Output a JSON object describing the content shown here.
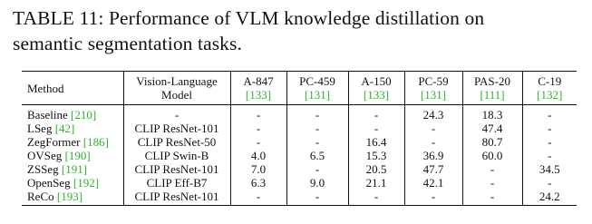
{
  "caption": {
    "line1": "TABLE 11: Performance of VLM knowledge distillation on",
    "line2": "semantic segmentation tasks."
  },
  "colors": {
    "citation": "#2db52d",
    "text": "#111111"
  },
  "table": {
    "headers": {
      "method": "Method",
      "model_line1": "Vision-Language",
      "model_line2": "Model",
      "datasets": [
        {
          "name": "A-847",
          "ref": "[133]"
        },
        {
          "name": "PC-459",
          "ref": "[131]"
        },
        {
          "name": "A-150",
          "ref": "[133]"
        },
        {
          "name": "PC-59",
          "ref": "[131]"
        },
        {
          "name": "PAS-20",
          "ref": "[111]"
        },
        {
          "name": "C-19",
          "ref": "[132]"
        }
      ]
    },
    "rows": [
      {
        "method": "Baseline",
        "ref": "[210]",
        "model": "-",
        "values": [
          "-",
          "-",
          "-",
          "24.3",
          "18.3",
          "-"
        ]
      },
      {
        "method": "LSeg",
        "ref": "[42]",
        "model": "CLIP ResNet-101",
        "values": [
          "-",
          "-",
          "-",
          "-",
          "47.4",
          "-"
        ]
      },
      {
        "method": "ZegFormer",
        "ref": "[186]",
        "model": "CLIP ResNet-50",
        "values": [
          "-",
          "-",
          "16.4",
          "-",
          "80.7",
          "-"
        ]
      },
      {
        "method": "OVSeg",
        "ref": "[190]",
        "model": "CLIP Swin-B",
        "values": [
          "4.0",
          "6.5",
          "15.3",
          "36.9",
          "60.0",
          "-"
        ]
      },
      {
        "method": "ZSSeg",
        "ref": "[191]",
        "model": "CLIP ResNet-101",
        "values": [
          "7.0",
          "-",
          "20.5",
          "47.7",
          "-",
          "34.5"
        ]
      },
      {
        "method": "OpenSeg",
        "ref": "[192]",
        "model": "CLIP Eff-B7",
        "values": [
          "6.3",
          "9.0",
          "21.1",
          "42.1",
          "-",
          "-"
        ]
      },
      {
        "method": "ReCo",
        "ref": "[193]",
        "model": "CLIP ResNet-101",
        "values": [
          "-",
          "-",
          "-",
          "-",
          "-",
          "24.2"
        ]
      }
    ]
  }
}
